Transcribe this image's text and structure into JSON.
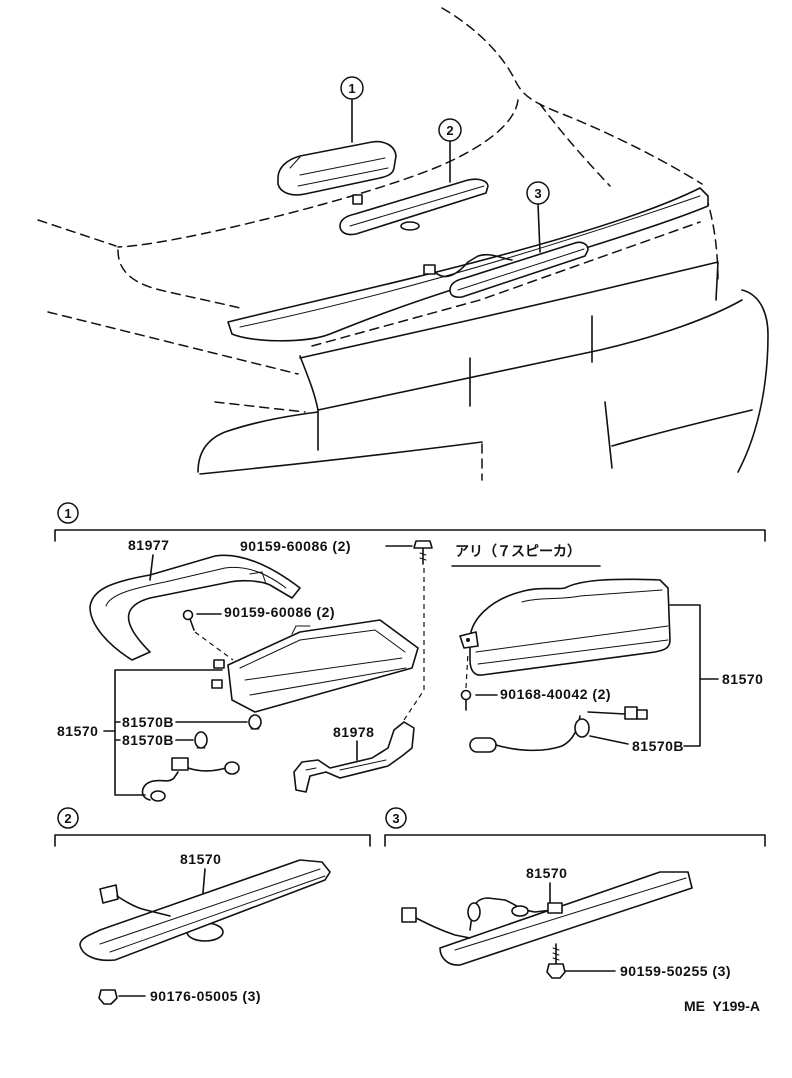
{
  "overview": {
    "callouts": [
      "1",
      "2",
      "3"
    ]
  },
  "section_1": {
    "number": "1",
    "parts": {
      "cover": "81977",
      "screw_upper": "90159-60086 (2)",
      "screw_lower": "90159-60086 (2)",
      "variant_note": "アリ（７スピーカ）",
      "lamp_assy_left": "81570",
      "socket_left_upper": "81570B",
      "socket_left_lower": "81570B",
      "bracket": "81978",
      "lamp_assy_right": "81570",
      "screw_right": "90168-40042 (2)",
      "socket_right": "81570B"
    }
  },
  "section_2": {
    "number": "2",
    "parts": {
      "lamp_assy": "81570",
      "nut": "90176-05005 (3)"
    }
  },
  "section_3": {
    "number": "3",
    "parts": {
      "lamp_assy": "81570",
      "bolt": "90159-50255 (3)"
    }
  },
  "footer": {
    "illustration_code": "ME  Y199-A"
  }
}
